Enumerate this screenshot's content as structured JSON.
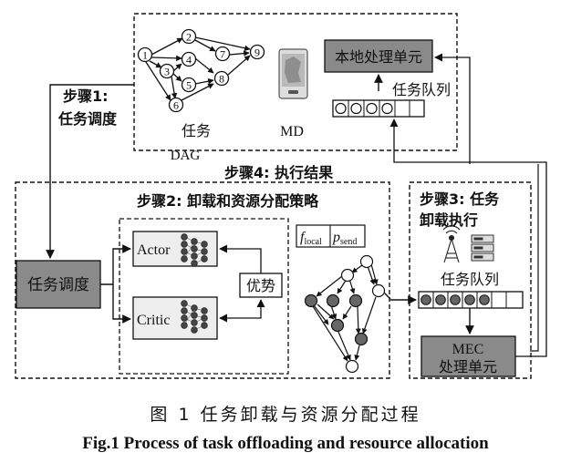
{
  "steps": {
    "step1_line1": "步骤1:",
    "step1_line2": "任务调度",
    "step2": "步骤2: 卸载和资源分配策略",
    "step3_line1": "步骤3: 任务",
    "step3_line2": "卸载执行",
    "step4": "步骤4: 执行结果"
  },
  "top": {
    "dag_label": "任务",
    "dag_sub": "DAG",
    "md_label": "MD",
    "local_unit": "本地处理单元",
    "queue_label": "任务队列",
    "nodes": [
      "1",
      "2",
      "3",
      "4",
      "5",
      "6",
      "7",
      "8",
      "9"
    ]
  },
  "policy": {
    "actor": "Actor",
    "critic": "Critic",
    "advantage": "优势",
    "f_local_base": "f",
    "f_local_sub": "local",
    "p_send_base": "p",
    "p_send_sub": "send"
  },
  "left_box": "任务调度",
  "mec": {
    "queue_label": "任务队列",
    "unit_line1": "MEC",
    "unit_line2": "处理单元"
  },
  "caption": {
    "zh": "图 1   任务卸载与资源分配过程",
    "en": "Fig.1    Process of task offloading and resource allocation"
  }
}
